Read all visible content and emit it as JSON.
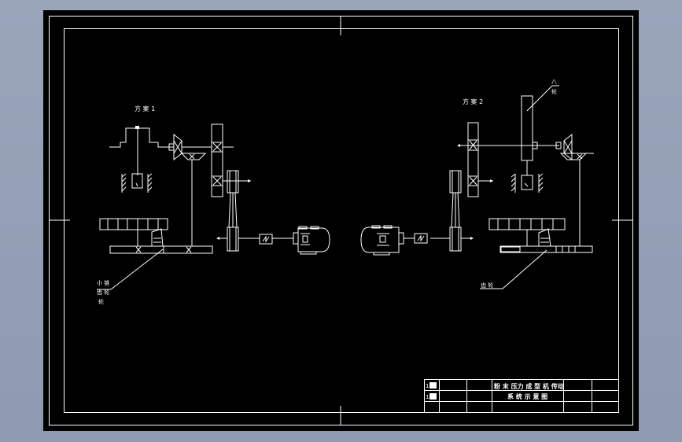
{
  "labels": {
    "scheme1": "方 案 1",
    "scheme2": "方 案 2",
    "left_callout_1": "小 锥",
    "left_callout_2": "齿 轮",
    "left_callout_3": "轮",
    "right_callout": "齿 轮",
    "top_callout_top": "八",
    "top_callout_bottom": "轮"
  },
  "title_block": {
    "cell_a1": "1",
    "cell_a2": "1",
    "title_line1": "粉 末 压力 成 型 机 传动",
    "title_line2": "系 统 示 意 图"
  },
  "colors": {
    "background": "#98a3b9",
    "sheet": "#000000",
    "lines": "#ffffff"
  }
}
